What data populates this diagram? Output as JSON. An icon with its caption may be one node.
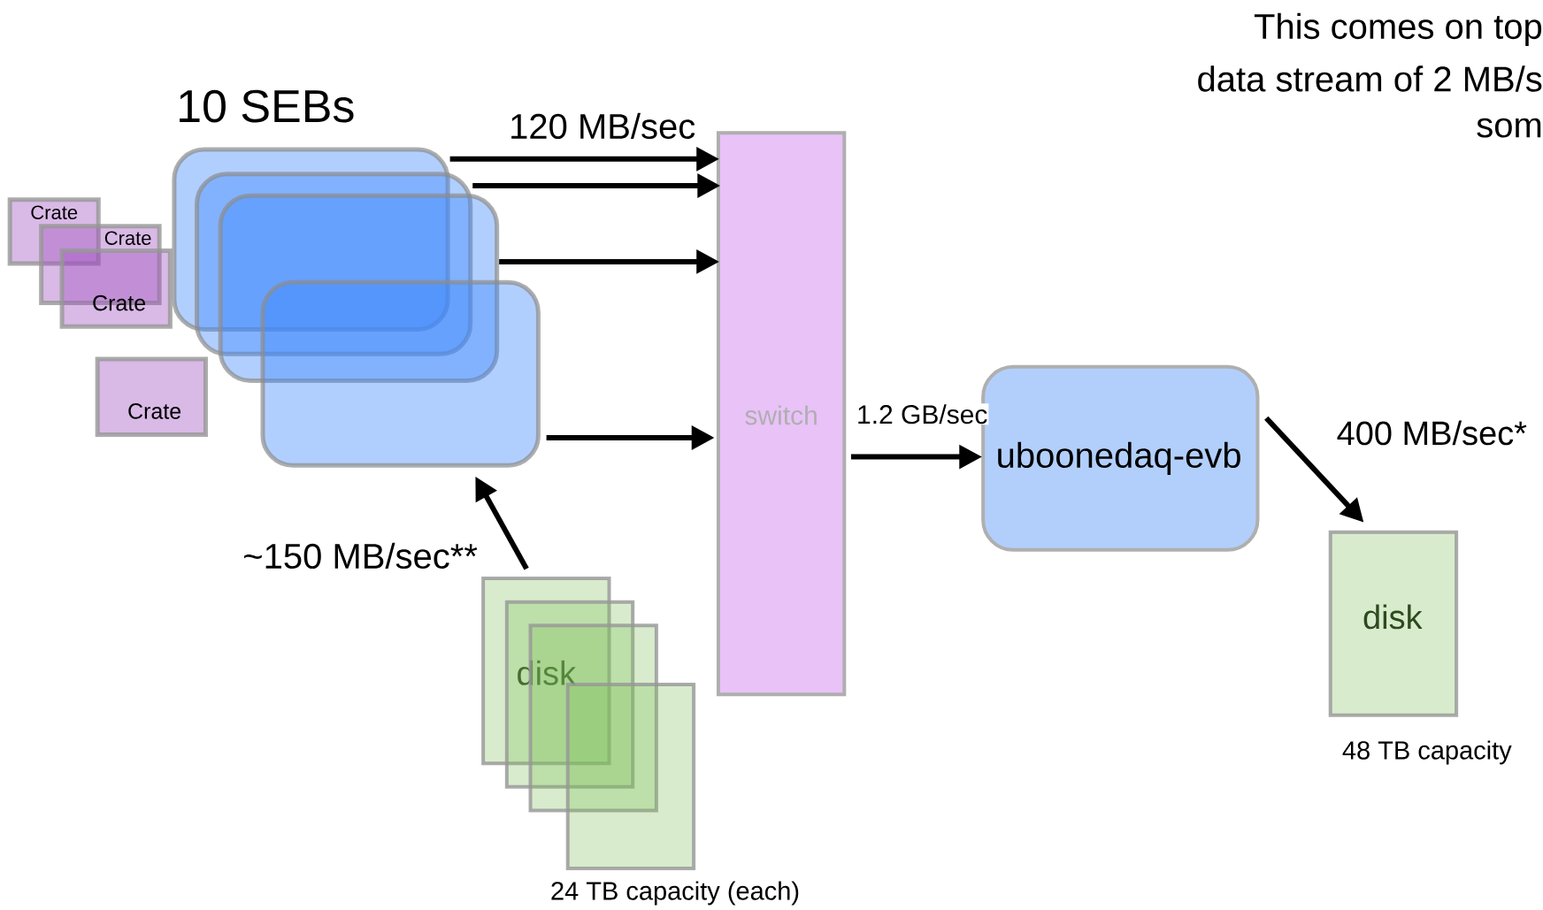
{
  "diagram": {
    "title": "10 SEBs",
    "nodes": [
      {
        "text": [
          "Crate"
        ]
      },
      {
        "text": [
          "Crate"
        ]
      },
      {
        "text": [
          "Crate"
        ]
      },
      {
        "text": [
          "Crate"
        ]
      },
      {
        "text": [],
        "shape": "box"
      },
      {
        "text": [],
        "shape": "box"
      },
      {
        "text": [],
        "shape": "box"
      },
      {
        "text": [],
        "shape": "box"
      },
      {
        "text": [
          "switch"
        ]
      },
      {
        "text": [
          "uboonedaq-evb"
        ]
      },
      {
        "text": [
          "disk"
        ]
      },
      {
        "text": [],
        "shape": "box"
      },
      {
        "text": [],
        "shape": "box"
      },
      {
        "text": [],
        "shape": "box",
        "beside": [
          "24 TB capacity (each)"
        ]
      },
      {
        "text": [
          "disk"
        ],
        "beside": [
          "48 TB capacity"
        ]
      }
    ],
    "edges": [
      {
        "from": 4,
        "to": 8,
        "arrow": "to"
      },
      {
        "from": 5,
        "to": 8,
        "arrow": "to"
      },
      {
        "from": 6,
        "to": 8,
        "arrow": "to"
      },
      {
        "from": 7,
        "to": 8,
        "arrow": "to"
      },
      {
        "from": 8,
        "to": 9,
        "arrow": "to",
        "label": "1.2 GB/sec"
      },
      {
        "from": 9,
        "to": 14,
        "arrow": "to",
        "label": "400 MB/sec*"
      },
      {
        "from": 10,
        "to": 7,
        "arrow": "to",
        "label": "~150 MB/sec**"
      }
    ],
    "labels": [
      "This comes on top",
      "data stream of   2 MB/s",
      "som",
      "120 MB/sec"
    ]
  }
}
